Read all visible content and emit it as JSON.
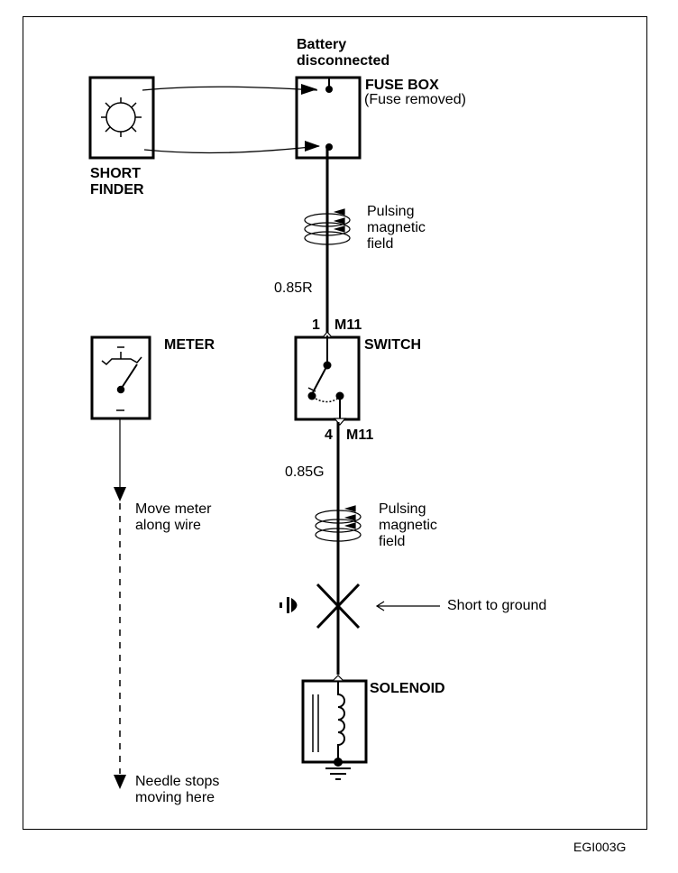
{
  "figure_id": "EGI003G",
  "battery_note": [
    "Battery",
    "disconnected"
  ],
  "components": {
    "short_finder": {
      "label": [
        "SHORT",
        "FINDER"
      ],
      "icon": "bulb-icon"
    },
    "fuse_box": {
      "label": "FUSE BOX",
      "note": "(Fuse removed)"
    },
    "meter": {
      "label": "METER",
      "plus": "+",
      "minus": "–",
      "icon": "meter-needle-icon"
    },
    "switch": {
      "label": "SWITCH",
      "top_pin": "1",
      "top_connector": "M11",
      "bottom_pin": "4",
      "bottom_connector": "M11"
    },
    "solenoid": {
      "label": "SOLENOID",
      "icon": "coil-icon"
    }
  },
  "wires": {
    "upper": "0.85R",
    "lower": "0.85G"
  },
  "field_note": [
    "Pulsing",
    "magnetic",
    "field"
  ],
  "short_note": "Short to ground",
  "meter_instructions": {
    "start": [
      "Move meter",
      "along wire"
    ],
    "end": [
      "Needle stops",
      "moving here"
    ]
  }
}
